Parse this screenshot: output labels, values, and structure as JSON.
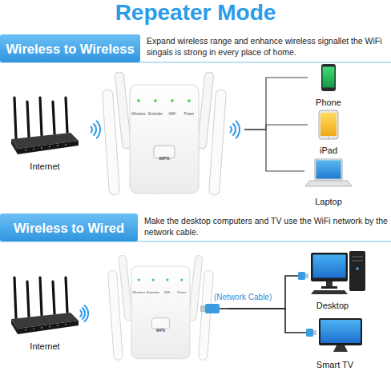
{
  "diagram": {
    "title": "Repeater Mode",
    "nodes": [
      {
        "text": [
          "Wireless to Wireless"
        ]
      },
      {
        "text": [
          "Internet"
        ]
      },
      {
        "text": [
          "Wireless",
          "Extender",
          "WiFi",
          "Power",
          "WPS"
        ]
      },
      {
        "text": [
          "Phone"
        ]
      },
      {
        "text": [
          "iPad"
        ]
      },
      {
        "text": [
          "Laptop"
        ]
      },
      {
        "text": [
          "Wireless to Wired"
        ]
      },
      {
        "text": [
          "Internet"
        ]
      },
      {
        "text": [
          "Wireless",
          "Extender",
          "WiFi",
          "Power",
          "WPS"
        ]
      },
      {
        "text": [
          "Desktop"
        ]
      },
      {
        "text": [
          "Smart TV"
        ]
      }
    ],
    "edges": [
      {
        "from": 2,
        "to": 3,
        "arrow": "none"
      },
      {
        "from": 2,
        "to": 4,
        "arrow": "none"
      },
      {
        "from": 2,
        "to": 5,
        "arrow": "none"
      },
      {
        "from": 8,
        "to": 9,
        "label": "(Network Cable)",
        "arrow": "none"
      },
      {
        "from": 8,
        "to": 10,
        "arrow": "none"
      }
    ],
    "labels": [
      "Expand wireless range and enhance wireless signallet the WiFi singals is strong in every place of home.",
      "Make the desktop computers and TV use the WiFi network by the network cable."
    ]
  }
}
